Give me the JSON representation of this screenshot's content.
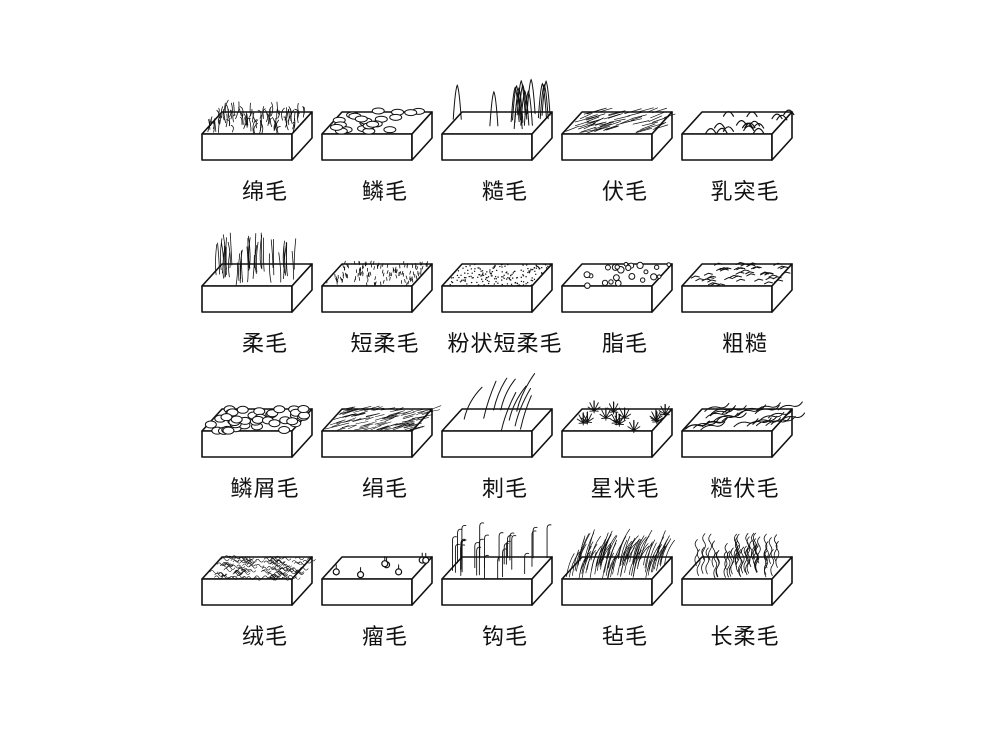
{
  "rows": [
    [
      {
        "label": "绵毛",
        "icon": "cottony-hair-icon"
      },
      {
        "label": "鳞毛",
        "icon": "scaly-hair-icon"
      },
      {
        "label": "糙毛",
        "icon": "scabrous-hair-icon"
      },
      {
        "label": "伏毛",
        "icon": "appressed-hair-icon"
      },
      {
        "label": "乳突毛",
        "icon": "papillose-hair-icon"
      }
    ],
    [
      {
        "label": "柔毛",
        "icon": "pilose-hair-icon"
      },
      {
        "label": "短柔毛",
        "icon": "puberulent-hair-icon"
      },
      {
        "label": "粉状短柔毛",
        "icon": "farinose-puberulent-icon"
      },
      {
        "label": "脂毛",
        "icon": "glandular-hair-icon"
      },
      {
        "label": "粗糙",
        "icon": "scabrous-surface-icon"
      }
    ],
    [
      {
        "label": "鳞屑毛",
        "icon": "lepidote-hair-icon"
      },
      {
        "label": "绢毛",
        "icon": "sericeous-hair-icon"
      },
      {
        "label": "刺毛",
        "icon": "setose-hair-icon"
      },
      {
        "label": "星状毛",
        "icon": "stellate-hair-icon"
      },
      {
        "label": "糙伏毛",
        "icon": "strigose-hair-icon"
      }
    ],
    [
      {
        "label": "绒毛",
        "icon": "tomentose-hair-icon"
      },
      {
        "label": "瘤毛",
        "icon": "tuberculate-hair-icon"
      },
      {
        "label": "钩毛",
        "icon": "uncinate-hair-icon"
      },
      {
        "label": "毡毛",
        "icon": "felted-hair-icon"
      },
      {
        "label": "长柔毛",
        "icon": "villous-hair-icon"
      }
    ]
  ]
}
